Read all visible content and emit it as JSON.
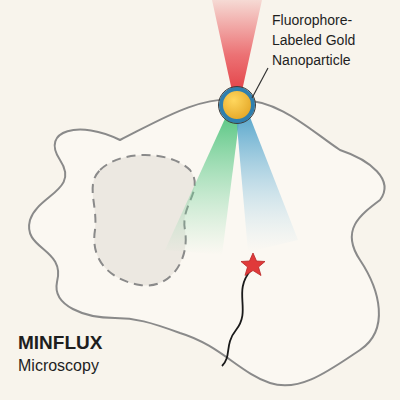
{
  "diagram": {
    "labels": [
      "Fluorophore- Labeled Gold Nanoparticle",
      "MINFLUX",
      "Microscopy"
    ]
  }
}
